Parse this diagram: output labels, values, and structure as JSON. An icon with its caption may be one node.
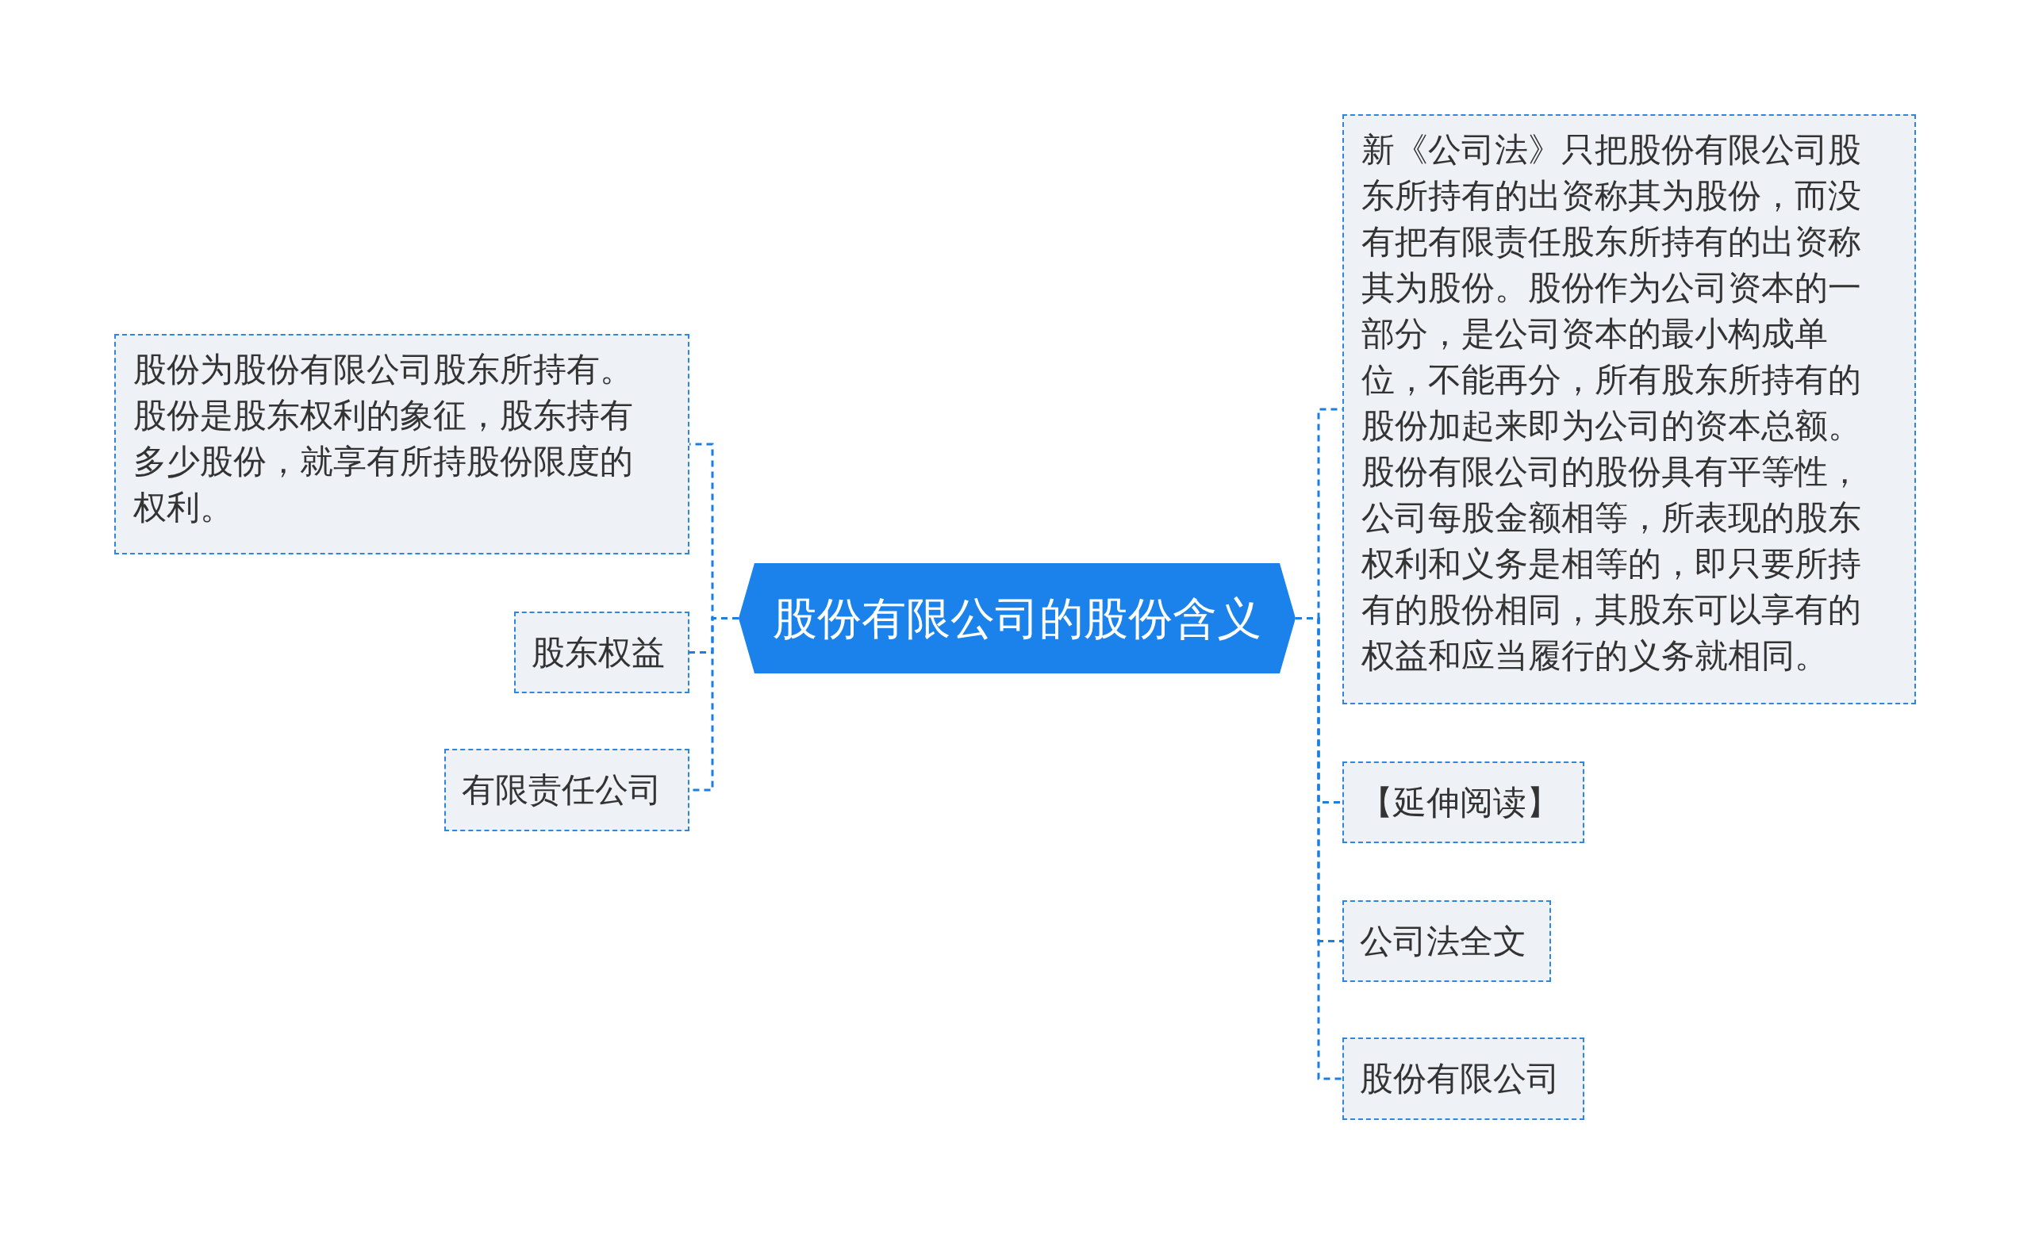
{
  "diagram": {
    "nodes": [
      {
        "text": [
          "股份有限公司的股份含义"
        ]
      },
      {
        "text": [
          "股份为股份有限公司股东所持有。股份是股东权利的象征，股东持有多少股份，就享有所持股份限度的权利。"
        ]
      },
      {
        "text": [
          "股东权益"
        ]
      },
      {
        "text": [
          "有限责任公司"
        ]
      },
      {
        "text": [
          "新《公司法》只把股份有限公司股东所持有的出资称其为股份，而没有把有限责任股东所持有的出资称其为股份。股份作为公司资本的一部分，是公司资本的最小构成单位，不能再分，所有股东所持有的股份加起来即为公司的资本总额。股份有限公司的股份具有平等性，公司每股金额相等，所表现的股东权利和义务是相等的，即只要所持有的股份相同，其股东可以享有的权益和应当履行的义务就相同。"
        ]
      },
      {
        "text": [
          "【延伸阅读】"
        ]
      },
      {
        "text": [
          "公司法全文"
        ]
      },
      {
        "text": [
          "股份有限公司"
        ]
      }
    ],
    "edges": [
      {
        "from": 0,
        "to": 1,
        "arrow": "none",
        "style": "dashed"
      },
      {
        "from": 0,
        "to": 2,
        "arrow": "none",
        "style": "dashed"
      },
      {
        "from": 0,
        "to": 3,
        "arrow": "none",
        "style": "dashed"
      },
      {
        "from": 0,
        "to": 4,
        "arrow": "none",
        "style": "dashed"
      },
      {
        "from": 0,
        "to": 5,
        "arrow": "none",
        "style": "dashed"
      },
      {
        "from": 0,
        "to": 6,
        "arrow": "none",
        "style": "dashed"
      },
      {
        "from": 0,
        "to": 7,
        "arrow": "none",
        "style": "dashed"
      }
    ]
  }
}
